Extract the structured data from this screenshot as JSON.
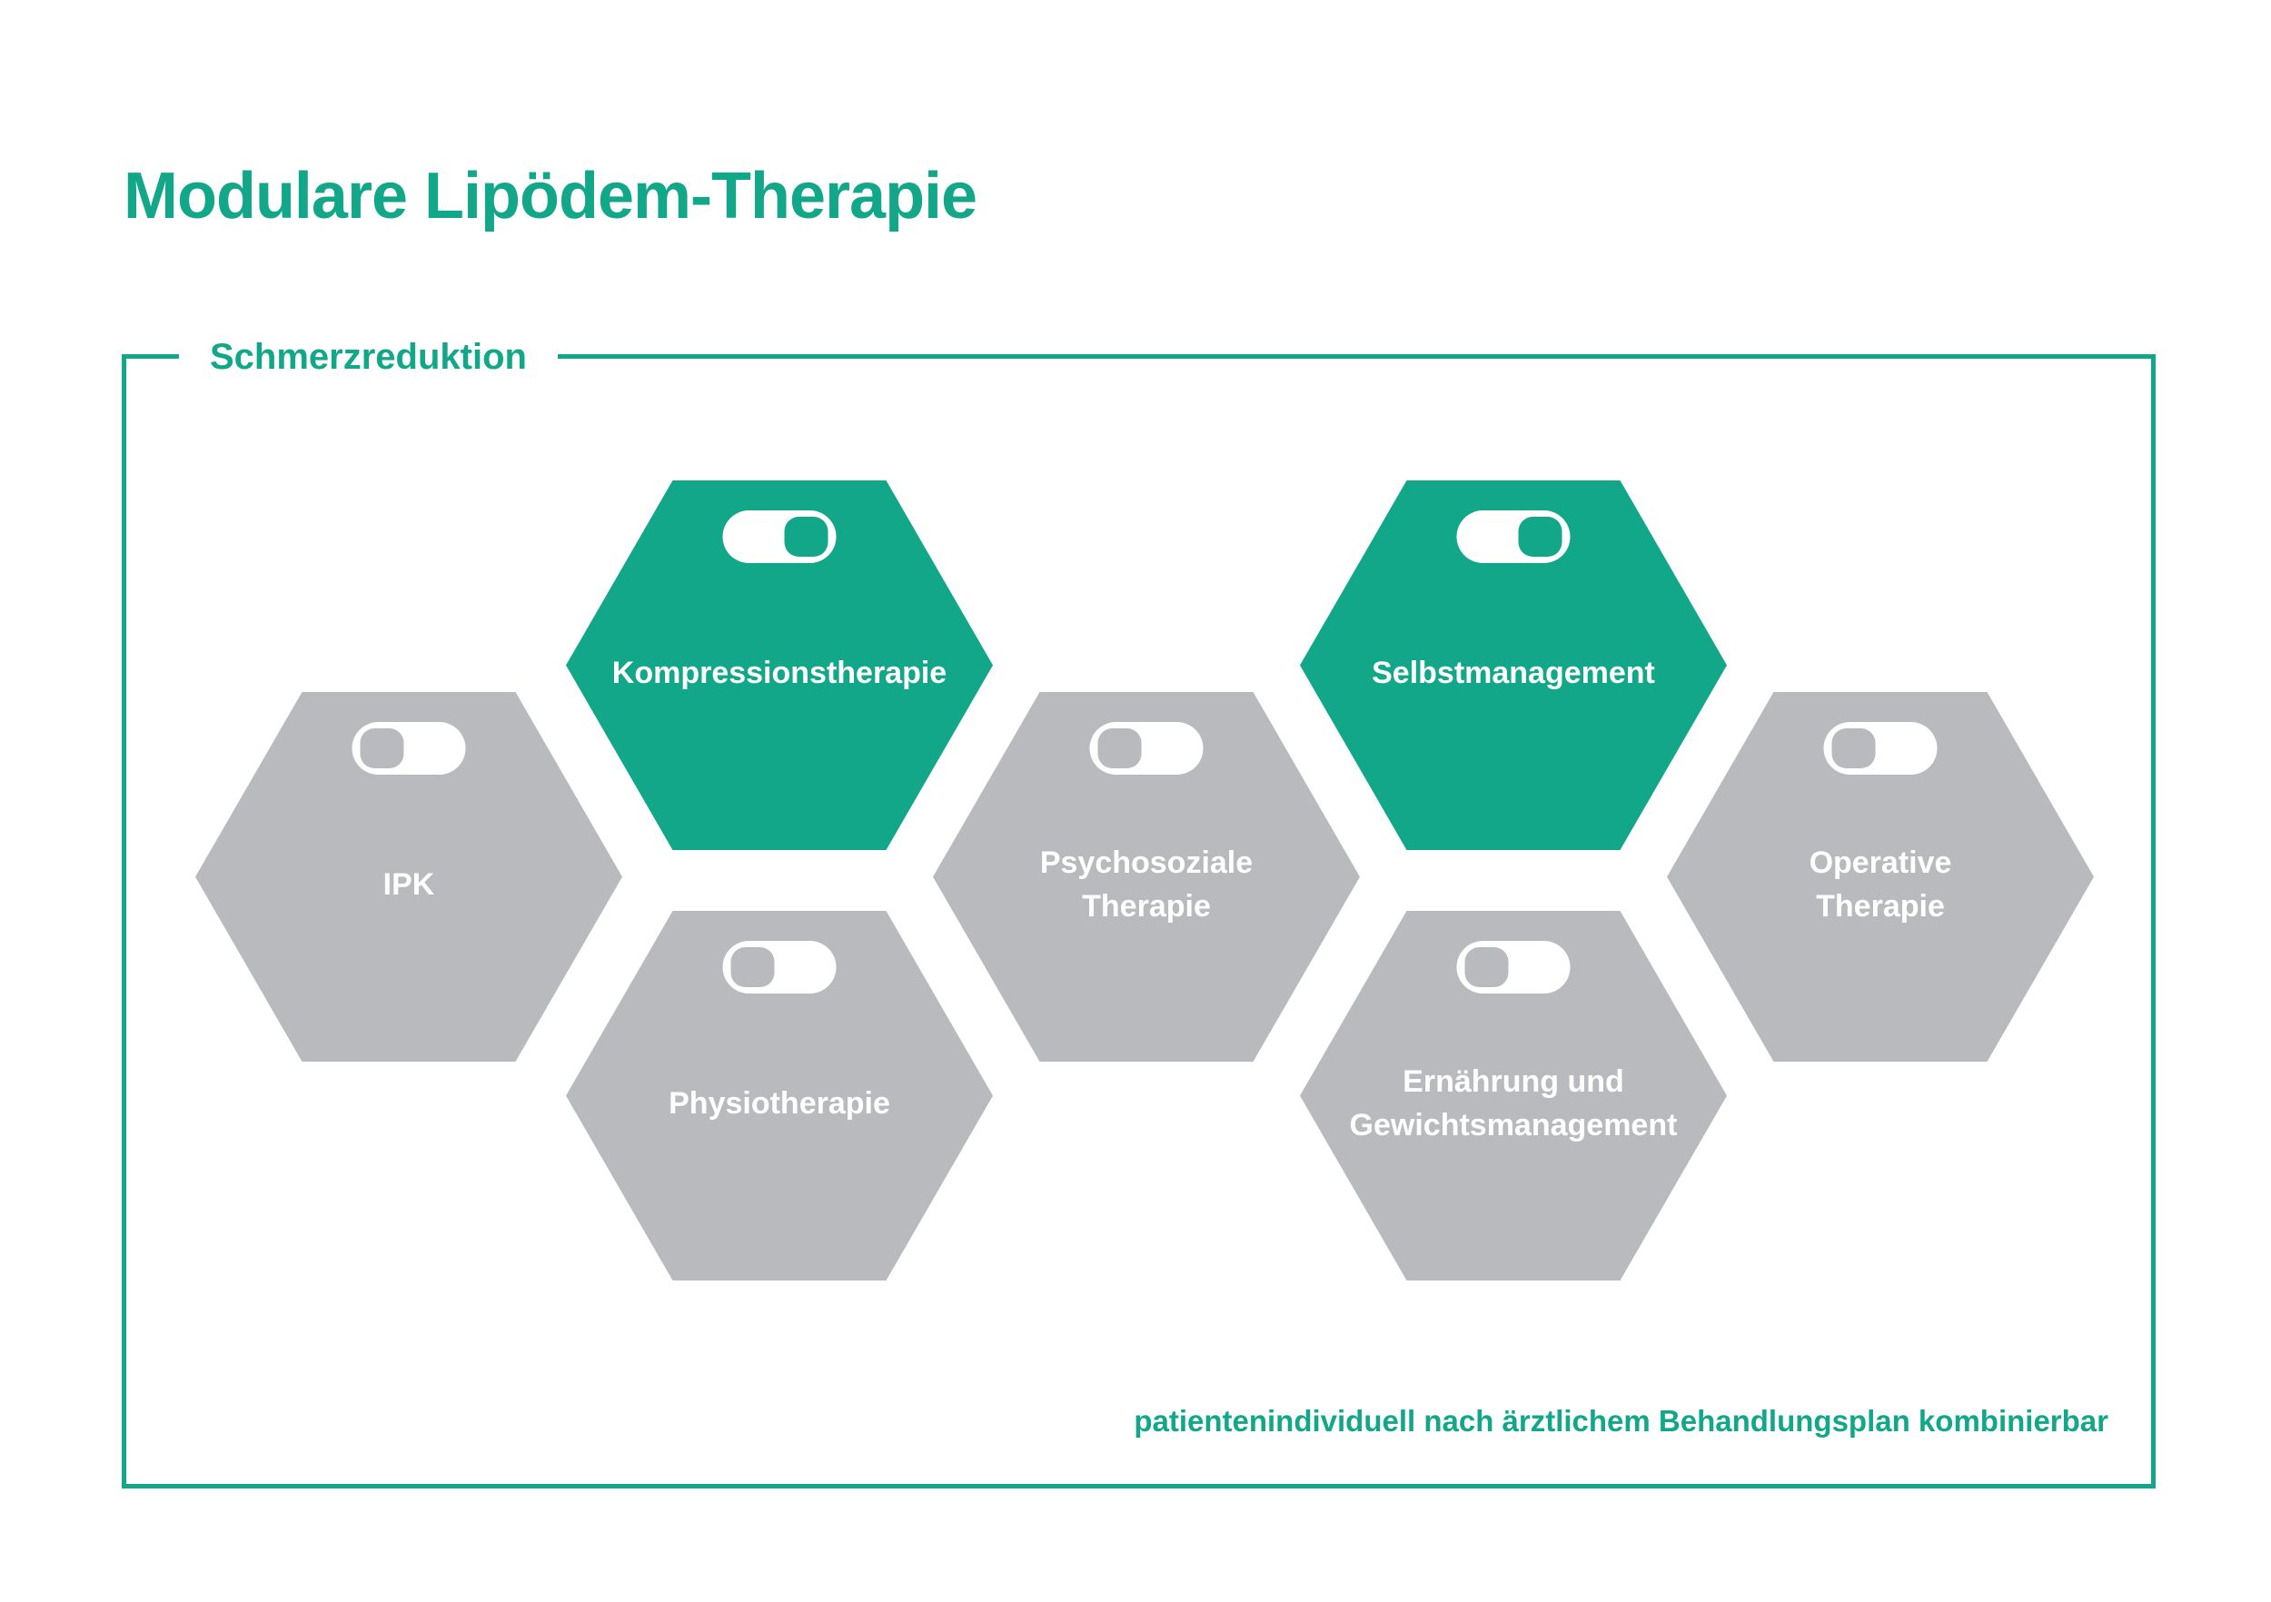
{
  "title": "Modulare Lipödem-Therapie",
  "section": {
    "label": "Schmerzreduktion"
  },
  "footnote": "patientenindividuell nach ärztlichem Behandlungsplan kombinierbar",
  "colors": {
    "accent": "#13A78A",
    "inactive": "#B8BABD",
    "background": "#FFFFFF",
    "module_text": "#FFFFFF"
  },
  "modules": [
    {
      "id": "kompressionstherapie",
      "label": "Kompressionstherapie",
      "active": true,
      "toggle": "on"
    },
    {
      "id": "selbstmanagement",
      "label": "Selbstmanagement",
      "active": true,
      "toggle": "on"
    },
    {
      "id": "ipk",
      "label": "IPK",
      "active": false,
      "toggle": "off"
    },
    {
      "id": "psychosoziale-therapie",
      "label": "Psychosoziale\nTherapie",
      "active": false,
      "toggle": "off"
    },
    {
      "id": "operative-therapie",
      "label": "Operative\nTherapie",
      "active": false,
      "toggle": "off"
    },
    {
      "id": "physiotherapie",
      "label": "Physiotherapie",
      "active": false,
      "toggle": "off"
    },
    {
      "id": "ernaehrung-gewichtsmanagement",
      "label": "Ernährung und\nGewichtsmanagement",
      "active": false,
      "toggle": "off"
    }
  ]
}
